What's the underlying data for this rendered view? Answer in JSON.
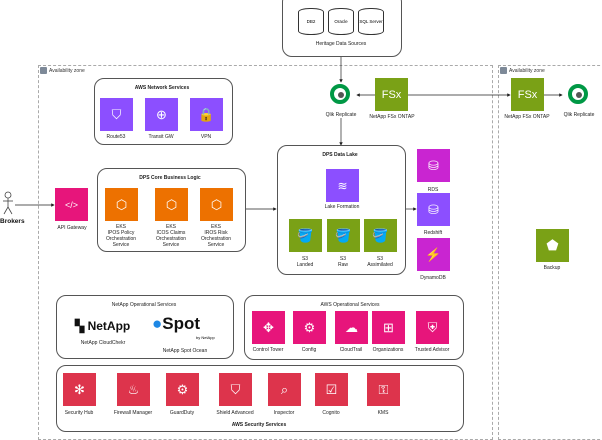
{
  "colors": {
    "network": "#8c4fff",
    "compute": "#ed7100",
    "storage": "#7aa116",
    "database": "#c925d1",
    "management": "#e7157b",
    "security": "#dd344c",
    "analytics": "#8c4fff",
    "integration": "#e7157b"
  },
  "heritage": {
    "title": "Heritage Data Sources",
    "dbs": [
      "DB2",
      "Oracle",
      "SQL Server"
    ]
  },
  "az": {
    "left_label": "Availability zone",
    "right_label": "Availability zone"
  },
  "network": {
    "title": "AWS Network Services",
    "items": [
      {
        "label": "Route53",
        "icon": "route53-icon"
      },
      {
        "label": "Transit GW",
        "icon": "transit-gateway-icon"
      },
      {
        "label": "VPN",
        "icon": "vpn-icon"
      }
    ]
  },
  "qlik_left": "Qlik Replicate",
  "fsx_left": "NetApp FSx ONTAP",
  "fsx_right": "NetApp FSx ONTAP",
  "qlik_right": "Qlik Replicate",
  "brokers": "Brokers",
  "api_gateway": "API Gateway",
  "core": {
    "title": "DPS Core Business Logic",
    "items": [
      "EKS\nIPOS Policy\nOrchestration\nService",
      "EKS\nICOS Claims\nOrchestration\nService",
      "EKS\nIROS Risk\nOrchestration\nService"
    ]
  },
  "lake": {
    "title": "DPS Data Lake",
    "lake_formation": "Lake Formation",
    "buckets": [
      "S3\nLanded",
      "S3\nRaw",
      "S3\nAssimilated"
    ]
  },
  "databases": [
    "RDS",
    "Redshift",
    "DynamoDB"
  ],
  "backup": "Backup",
  "netapp_ops": {
    "title": "NetApp Operational Services",
    "netapp_logo": "NetApp",
    "spot_logo": "Spot",
    "spot_sub": "by NetApp",
    "cloudchekr": "NetApp CloudChekr",
    "spot_ocean": "NetApp Spot Ocean"
  },
  "aws_ops": {
    "title": "AWS Operational Services",
    "items": [
      "Control Tower",
      "Config",
      "CloudTrail",
      "Organizations",
      "Trusted Advisor"
    ]
  },
  "security": {
    "title": "AWS Security Services",
    "items": [
      "Security Hub",
      "Firewall Manager",
      "GuardDuty",
      "Shield Advanced",
      "Inspector",
      "Cognito",
      "KMS"
    ]
  }
}
